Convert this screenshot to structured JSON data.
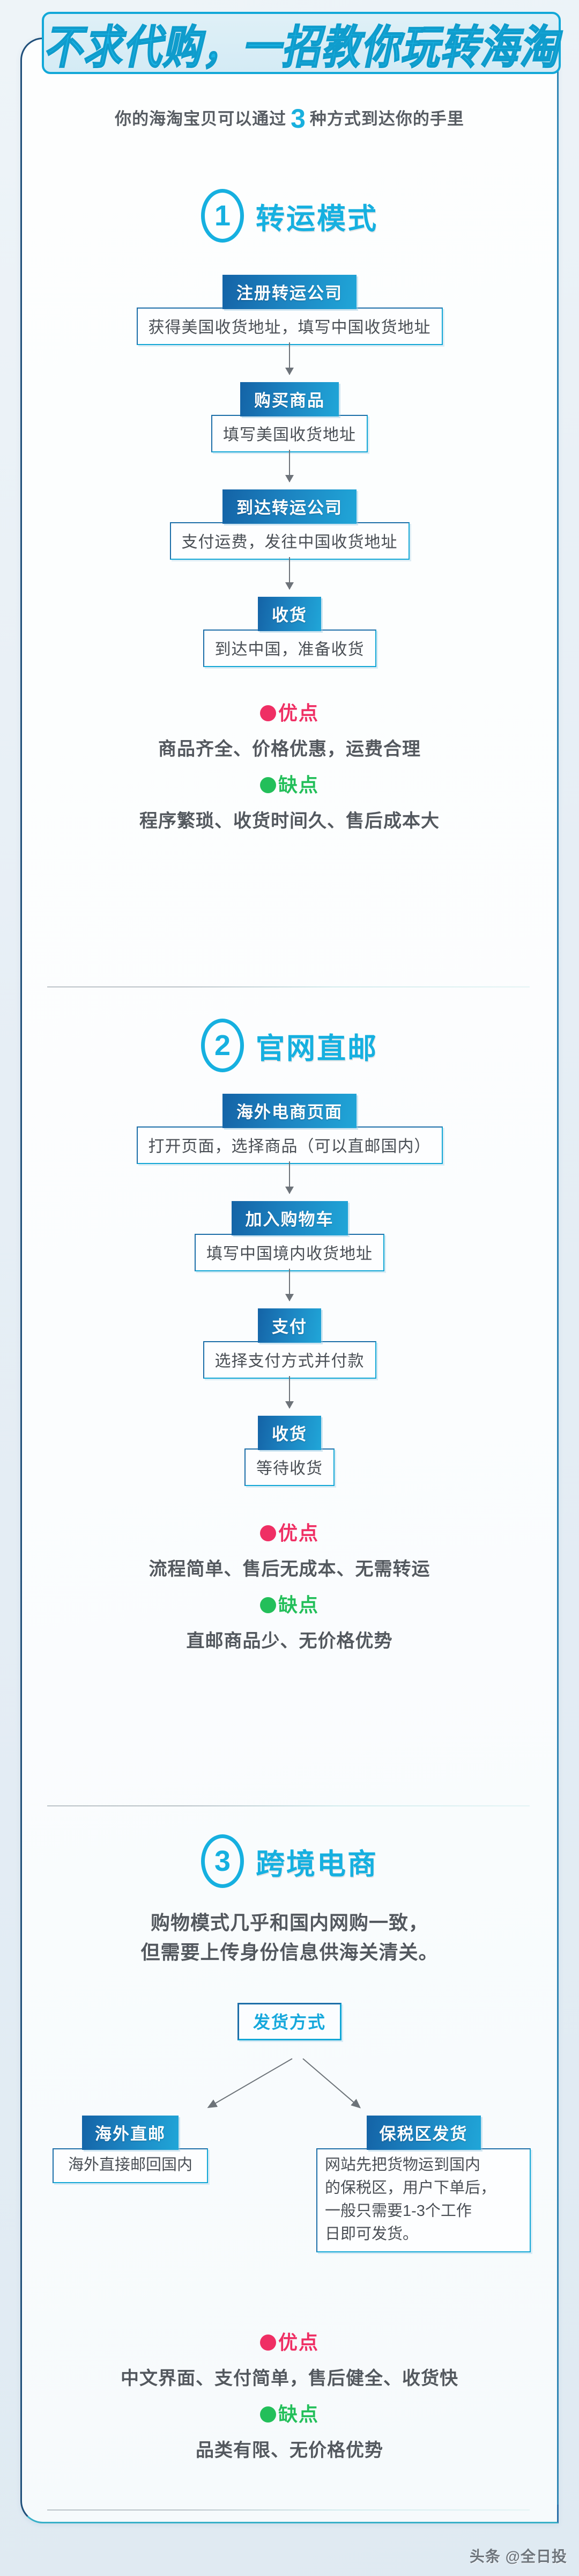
{
  "banner": {
    "title": "不求代购，一招教你玩转海淘"
  },
  "subtitle": {
    "before": "你的海淘宝贝可以通过",
    "count": "3",
    "after": "种方式到达你的手里"
  },
  "sections": [
    {
      "number": "1",
      "title": "转运模式",
      "steps": [
        {
          "head": "注册转运公司",
          "body": "获得美国收货地址，填写中国收货地址"
        },
        {
          "head": "购买商品",
          "body": "填写美国收货地址"
        },
        {
          "head": "到达转运公司",
          "body": "支付运费，发往中国收货地址"
        },
        {
          "head": "收货",
          "body": "到达中国，准备收货"
        }
      ],
      "pros_label": "优点",
      "pros_text": "商品齐全、价格优惠，运费合理",
      "cons_label": "缺点",
      "cons_text": "程序繁琐、收货时间久、售后成本大"
    },
    {
      "number": "2",
      "title": "官网直邮",
      "steps": [
        {
          "head": "海外电商页面",
          "body": "打开页面，选择商品（可以直邮国内）"
        },
        {
          "head": "加入购物车",
          "body": "填写中国境内收货地址"
        },
        {
          "head": "支付",
          "body": "选择支付方式并付款"
        },
        {
          "head": "收货",
          "body": "等待收货"
        }
      ],
      "pros_label": "优点",
      "pros_text": "流程简单、售后无成本、无需转运",
      "cons_label": "缺点",
      "cons_text": "直邮商品少、无价格优势"
    },
    {
      "number": "3",
      "title": "跨境电商",
      "intro_line1": "购物模式几乎和国内网购一致，",
      "intro_line2": "但需要上传身份信息供海关清关。",
      "branch_top": "发货方式",
      "branch_left": {
        "head": "海外直邮",
        "body": "海外直接邮回国内"
      },
      "branch_right": {
        "head": "保税区发货",
        "body_line1": "网站先把货物运到国内",
        "body_line2": "的保税区，用户下单后，",
        "body_line3": "一般只需要1-3个工作",
        "body_line4": "日即可发货。"
      },
      "pros_label": "优点",
      "pros_text": "中文界面、支付简单，售后健全、收货快",
      "cons_label": "缺点",
      "cons_text": "品类有限、无价格优势"
    }
  ],
  "footer": {
    "watermark": "头条 @全日投"
  },
  "colors": {
    "accent_cyan": "#16b0e0",
    "header_blue_dark": "#1463a6",
    "header_blue_light": "#20a6d8",
    "pros_pink": "#ef2f64",
    "cons_green": "#23bf5a",
    "text_gray": "#53585e"
  }
}
